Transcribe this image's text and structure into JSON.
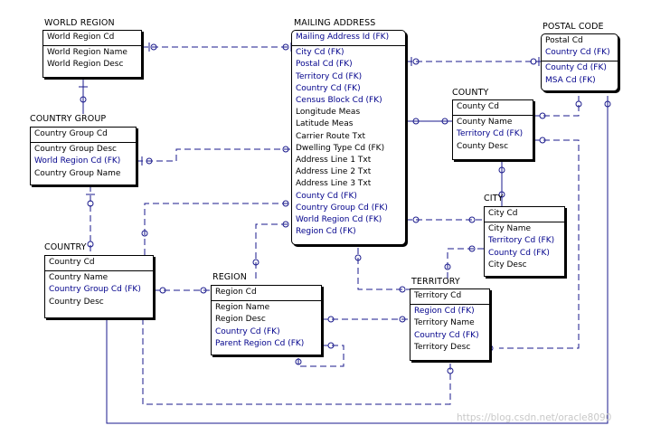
{
  "entities": {
    "world_region": {
      "title": "WORLD REGION",
      "keys": [
        {
          "text": "World Region Cd",
          "fk": false
        }
      ],
      "attrs": [
        {
          "text": "World Region Name",
          "fk": false
        },
        {
          "text": "World Region Desc",
          "fk": false
        }
      ]
    },
    "country_group": {
      "title": "COUNTRY GROUP",
      "keys": [
        {
          "text": "Country Group Cd",
          "fk": false
        }
      ],
      "attrs": [
        {
          "text": "Country Group Desc",
          "fk": false
        },
        {
          "text": "World Region Cd (FK)",
          "fk": true
        },
        {
          "text": "Country Group Name",
          "fk": false
        }
      ]
    },
    "country": {
      "title": "COUNTRY",
      "keys": [
        {
          "text": "Country Cd",
          "fk": false
        }
      ],
      "attrs": [
        {
          "text": "Country Name",
          "fk": false
        },
        {
          "text": "Country Group Cd (FK)",
          "fk": true
        },
        {
          "text": "Country Desc",
          "fk": false
        }
      ]
    },
    "mailing_address": {
      "title": "MAILING ADDRESS",
      "keys": [
        {
          "text": "Mailing Address Id (FK)",
          "fk": true
        }
      ],
      "attrs": [
        {
          "text": "City Cd (FK)",
          "fk": true
        },
        {
          "text": "Postal Cd (FK)",
          "fk": true
        },
        {
          "text": "Territory Cd (FK)",
          "fk": true
        },
        {
          "text": "Country Cd (FK)",
          "fk": true
        },
        {
          "text": "Census Block Cd (FK)",
          "fk": true
        },
        {
          "text": "Longitude Meas",
          "fk": false
        },
        {
          "text": "Latitude Meas",
          "fk": false
        },
        {
          "text": "Carrier Route Txt",
          "fk": false
        },
        {
          "text": "Dwelling Type Cd (FK)",
          "fk": false
        },
        {
          "text": "Address Line 1 Txt",
          "fk": false
        },
        {
          "text": "Address Line 2 Txt",
          "fk": false
        },
        {
          "text": "Address Line 3 Txt",
          "fk": false
        },
        {
          "text": "County Cd (FK)",
          "fk": true
        },
        {
          "text": "Country Group Cd (FK)",
          "fk": true
        },
        {
          "text": "World Region Cd (FK)",
          "fk": true
        },
        {
          "text": "Region Cd (FK)",
          "fk": true
        }
      ]
    },
    "postal_code": {
      "title": "POSTAL CODE",
      "keys": [
        {
          "text": "Postal Cd",
          "fk": false
        },
        {
          "text": "Country Cd (FK)",
          "fk": true
        }
      ],
      "attrs": [
        {
          "text": "County Cd (FK)",
          "fk": true
        },
        {
          "text": "MSA Cd (FK)",
          "fk": true
        }
      ]
    },
    "county": {
      "title": "COUNTY",
      "keys": [
        {
          "text": "County Cd",
          "fk": false
        }
      ],
      "attrs": [
        {
          "text": "County Name",
          "fk": false
        },
        {
          "text": "Territory Cd (FK)",
          "fk": true
        },
        {
          "text": "County Desc",
          "fk": false
        }
      ]
    },
    "city": {
      "title": "CITY",
      "keys": [
        {
          "text": "City Cd",
          "fk": false
        }
      ],
      "attrs": [
        {
          "text": "City Name",
          "fk": false
        },
        {
          "text": "Territory Cd (FK)",
          "fk": true
        },
        {
          "text": "County Cd (FK)",
          "fk": true
        },
        {
          "text": "City Desc",
          "fk": false
        }
      ]
    },
    "region": {
      "title": "REGION",
      "keys": [
        {
          "text": "Region Cd",
          "fk": false
        }
      ],
      "attrs": [
        {
          "text": "Region Name",
          "fk": false
        },
        {
          "text": "Region Desc",
          "fk": false
        },
        {
          "text": "Country Cd (FK)",
          "fk": true
        },
        {
          "text": "Parent Region Cd (FK)",
          "fk": true
        }
      ]
    },
    "territory": {
      "title": "TERRITORY",
      "keys": [
        {
          "text": "Territory Cd",
          "fk": false
        }
      ],
      "attrs": [
        {
          "text": "Region Cd (FK)",
          "fk": true
        },
        {
          "text": "Territory Name",
          "fk": false
        },
        {
          "text": "Country Cd (FK)",
          "fk": true
        },
        {
          "text": "Territory Desc",
          "fk": false
        }
      ]
    }
  },
  "watermark": "https://blog.csdn.net/oracle8090",
  "colors": {
    "fk_text": "#00008b",
    "line": "#00008b",
    "border": "#000000"
  }
}
